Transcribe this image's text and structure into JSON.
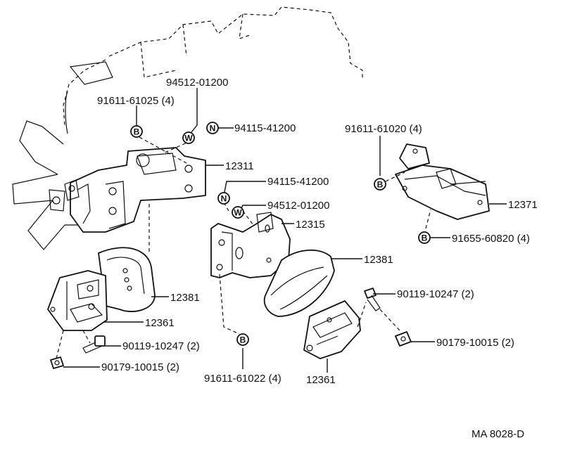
{
  "labels": {
    "l_94512_top": "94512-01200",
    "l_91611_61025": "91611-61025 (4)",
    "l_94115_top": "94115-41200",
    "l_12311": "12311",
    "l_91611_61020": "91611-61020 (4)",
    "l_94115_mid": "94115-41200",
    "l_94512_mid": "94512-01200",
    "l_12315": "12315",
    "l_12371": "12371",
    "l_91655": "91655-60820 (4)",
    "l_12381_right": "12381",
    "l_12381_left": "12381",
    "l_90119_right": "90119-10247 (2)",
    "l_12361_left": "12361",
    "l_90119_left": "90119-10247 (2)",
    "l_90179_right": "90179-10015 (2)",
    "l_90179_left": "90179-10015 (2)",
    "l_91611_61022": "91611-61022 (4)",
    "l_12361_right": "12361",
    "diagram_id": "MA  8028-D"
  },
  "codes": {
    "B": "B",
    "W": "W",
    "N": "N"
  }
}
